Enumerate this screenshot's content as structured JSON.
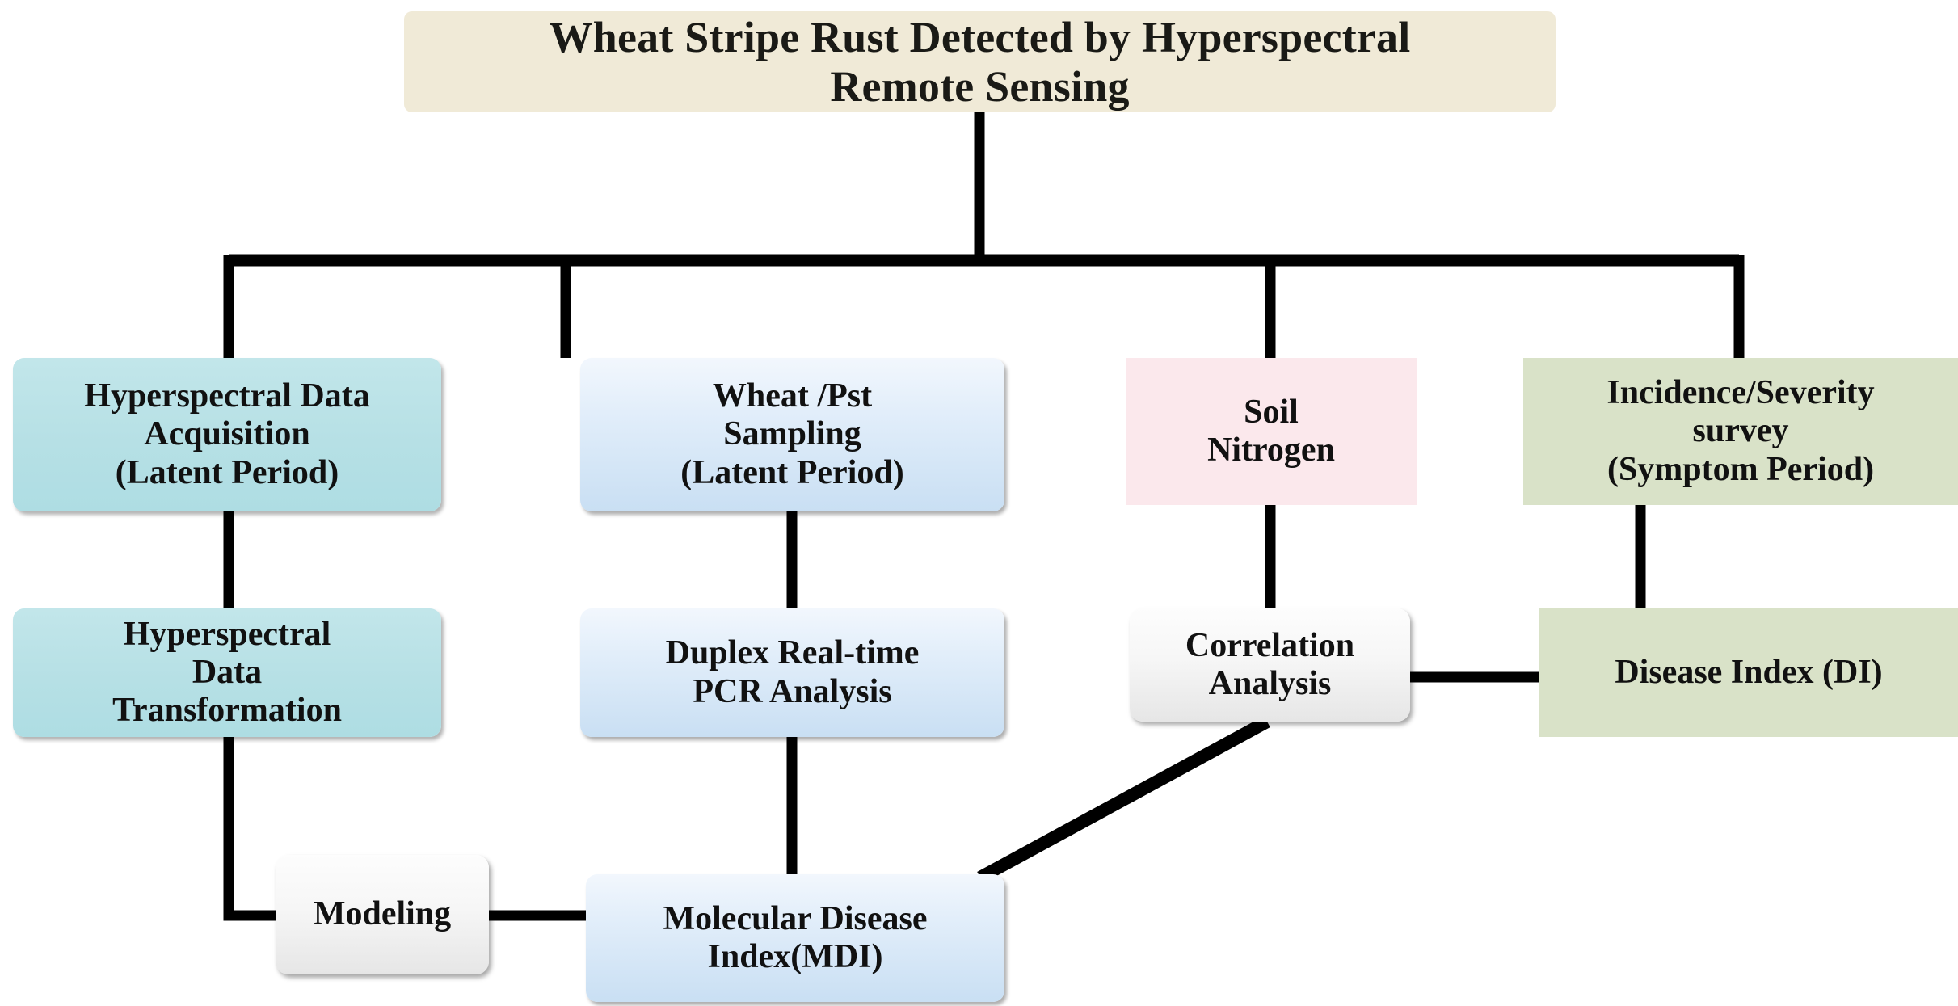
{
  "diagram": {
    "title": "Wheat Stripe Rust Detected by Hyperspectral Remote Sensing",
    "background_color": "#ffffff",
    "line_color": "#000000"
  },
  "nodes": {
    "root": {
      "label": "Wheat Stripe Rust Detected by Hyperspectral Remote Sensing",
      "color": "#f0ead7"
    },
    "hyperspectral_acquisition": {
      "label": "Hyperspectral Data Acquisition (Latent Period)",
      "color": "#b6e0e5"
    },
    "hyperspectral_transformation": {
      "label": "Hyperspectral Data Transformation",
      "color": "#b6e0e5"
    },
    "wheat_pst_sampling": {
      "label": "Wheat /Pst Sampling (Latent Period)",
      "color": "#d6e6f7"
    },
    "pcr_analysis": {
      "label": "Duplex Real-time PCR Analysis",
      "color": "#d6e6f7"
    },
    "soil_nitrogen": {
      "label": "Soil Nitrogen",
      "color": "#fbe8ec"
    },
    "correlation_analysis": {
      "label": "Correlation Analysis",
      "color": "#f2f2f2"
    },
    "incidence_severity_survey": {
      "label": "Incidence/Severity survey (Symptom Period)",
      "color": "#d9e2c8"
    },
    "disease_index": {
      "label": "Disease Index (DI)",
      "color": "#d9e2c8"
    },
    "modeling": {
      "label": "Modeling",
      "color": "#f2f2f2"
    },
    "molecular_disease_index": {
      "label": "Molecular Disease Index(MDI)",
      "color": "#c9dff3"
    }
  },
  "node_lines": {
    "root": [
      "Wheat Stripe Rust Detected by Hyperspectral",
      "Remote Sensing"
    ],
    "hyperspectral_acquisition": [
      "Hyperspectral Data",
      "Acquisition",
      "(Latent Period)"
    ],
    "hyperspectral_transformation": [
      "Hyperspectral",
      "Data",
      "Transformation"
    ],
    "wheat_pst_sampling": [
      "Wheat /Pst",
      "Sampling",
      "(Latent Period)"
    ],
    "pcr_analysis": [
      "Duplex Real-time",
      "PCR Analysis"
    ],
    "soil_nitrogen": [
      "Soil",
      "Nitrogen"
    ],
    "correlation_analysis": [
      "Correlation",
      "Analysis"
    ],
    "incidence_severity_survey": [
      "Incidence/Severity",
      "survey",
      "(Symptom Period)"
    ],
    "disease_index": [
      "Disease Index (DI)"
    ],
    "modeling": [
      "Modeling"
    ],
    "molecular_disease_index": [
      "Molecular Disease",
      "Index(MDI)"
    ]
  },
  "edges": [
    {
      "from": "root",
      "to": "branch-bus",
      "type": "vertical"
    },
    {
      "from": "branch-bus",
      "to": "hyperspectral_acquisition",
      "type": "elbow"
    },
    {
      "from": "branch-bus",
      "to": "wheat_pst_sampling",
      "type": "vertical"
    },
    {
      "from": "branch-bus",
      "to": "soil_nitrogen",
      "type": "vertical"
    },
    {
      "from": "branch-bus",
      "to": "incidence_severity_survey",
      "type": "elbow"
    },
    {
      "from": "hyperspectral_acquisition",
      "to": "hyperspectral_transformation",
      "type": "vertical"
    },
    {
      "from": "wheat_pst_sampling",
      "to": "pcr_analysis",
      "type": "vertical"
    },
    {
      "from": "soil_nitrogen",
      "to": "correlation_analysis",
      "type": "vertical"
    },
    {
      "from": "incidence_severity_survey",
      "to": "disease_index",
      "type": "vertical"
    },
    {
      "from": "hyperspectral_transformation",
      "to": "modeling",
      "type": "elbow"
    },
    {
      "from": "modeling",
      "to": "molecular_disease_index",
      "type": "horizontal"
    },
    {
      "from": "pcr_analysis",
      "to": "molecular_disease_index",
      "type": "vertical"
    },
    {
      "from": "molecular_disease_index",
      "to": "correlation_analysis",
      "type": "diagonal"
    },
    {
      "from": "correlation_analysis",
      "to": "disease_index",
      "type": "horizontal"
    }
  ]
}
